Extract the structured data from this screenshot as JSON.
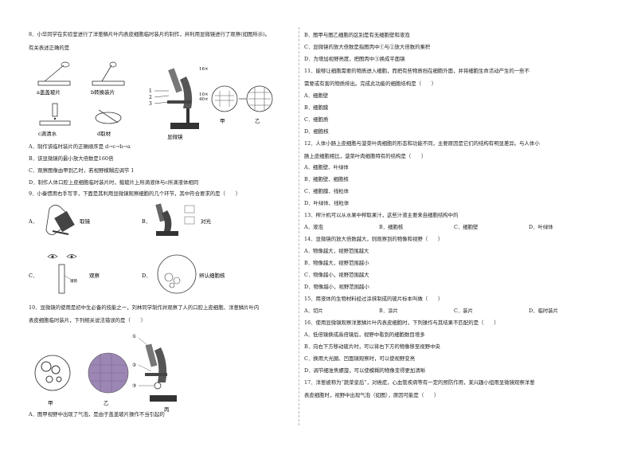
{
  "left": {
    "q8": {
      "stem": "8．小华同学在实验室进行了洋葱鳞片叶内表皮细胞临时装片的制作，并利用显微镜进行了观察(如图所示)。",
      "stem2": "有关表述正确的是",
      "fig_labels": {
        "a": "a盖盖玻片",
        "b": "b转换装片",
        "c": "c滴清水",
        "d": "d取材",
        "scope": "显微镜",
        "jia": "甲",
        "yi": "乙",
        "n1": "1",
        "n2": "2",
        "n3": "3",
        "m1": "16×",
        "m2": "10×",
        "m3": "40×"
      },
      "options": [
        "A．制作该临时装片的正确顺序是 d→c→b→a",
        "B．该显微镜的最小放大倍数是160倍",
        "C．观察图像由甲到乙时，若视野模糊应调节 1",
        "D．制作人体口腔上皮细胞临时装片时，载玻片上所滴液体与c所滴液体相同"
      ]
    },
    "q9": {
      "stem": "9．小秦惯用右手写字，下面是其利用显微镜观察细胞的几个环节，其中符合要求的是（　　）",
      "A_label": "A．",
      "A_cap": "取镜",
      "B_label": "B．",
      "B_cap": "对光",
      "C_label": "C．",
      "C_cap": "观察",
      "D_label": "D．",
      "D_cap": "辨认细胞核",
      "C_tube": "镜筒"
    },
    "q10": {
      "stem": "10．显微镜的使用是初中生必备的技能之一，刘林同学制作并观察了人的口腔上皮细胞、洋葱鳞片叶内",
      "stem2": "表皮细胞临时装片，下列相关说法错误的是（　　）",
      "fig_labels": {
        "jia": "甲",
        "yi": "乙",
        "bing": "丙",
        "c1": "①",
        "c2": "②",
        "c3": "③"
      },
      "option_a": "A．图甲视野中出现了气泡，是由于盖盖玻片操作不当引起的"
    }
  },
  "right": {
    "q10_rest": [
      "B．图甲与图乙细胞的区别是有无细胞壁和液泡",
      "C．显微镜的放大倍数是指图丙中①与②放大倍数的乘积",
      "D．为增加视野亮度，把图丙中③换成平面镜"
    ],
    "q11": {
      "stem": "11．能够让细胞需要的物质进入细胞，而把有些物质挡在细胞外面，并将细胞生命活动产生的一些不",
      "stem2": "需要或有害的物质排出。完成此功能的细胞结构是（　　）",
      "options": [
        "A．细胞壁",
        "B．细胞膜",
        "C．细胞质",
        "D．细胞核"
      ]
    },
    "q12": {
      "stem": "12．人体小肠上皮细胞与菠菜叶肉细胞的形态和功能不同，主要原因是它们的结构有明显差异。与人体小",
      "stem2": "肠上皮细胞相比，菠菜叶肉细胞特有的结构是（　　）",
      "options": [
        "A．细胞壁、叶绿体",
        "B．细胞壁、细胞核",
        "C．细胞膜、线粒体",
        "D．叶绿体、线粒体"
      ]
    },
    "q13": {
      "stem": "13．榨汁机可以从水果中榨取果汁，这些汁液主要来自细胞结构中的",
      "options": [
        "A．液泡",
        "B．细胞核",
        "C．细胞壁",
        "D．叶绿体"
      ]
    },
    "q14": {
      "stem": "14．显微镜的放大倍数越大，则观察到的物像和视野（　　）",
      "options": [
        "A．物像越大，视野范围越大",
        "B．物像越大，视野范围越小",
        "C．物像越小，视野范围越大",
        "D．物像越小，视野范围越小"
      ]
    },
    "q15": {
      "stem": "15．用液体的生物材料经过涂抹制成的玻片标本叫做（　　）",
      "options": [
        "A．切片",
        "B．涂片",
        "C．装片",
        "D．临时装片"
      ]
    },
    "q16": {
      "stem": "16．使用显微镜观察洋葱鳞片叶内表皮细胞时，下列操作与其结果不匹配的是（　　）",
      "options": [
        "A．低倍镜换成高倍镜后，视野中看到的细胞数目增多",
        "B．向右下方移动玻片时，可以将右下方的物像移至视野中央",
        "C．换用大光圈、凹面镜观察时，可以使视野变亮",
        "D．调节细准焦螺旋，可以使模糊的物像变得更加清晰"
      ]
    },
    "q17": {
      "stem": "17．洋葱被称为“蔬菜皇后”，对癌症，心血管疾病等有一定的预防作用，某兴趣小组用显微镜观察洋葱",
      "stem2": "表皮细胞时，视野中出现气泡（如图），原因可能是（　　）"
    }
  }
}
